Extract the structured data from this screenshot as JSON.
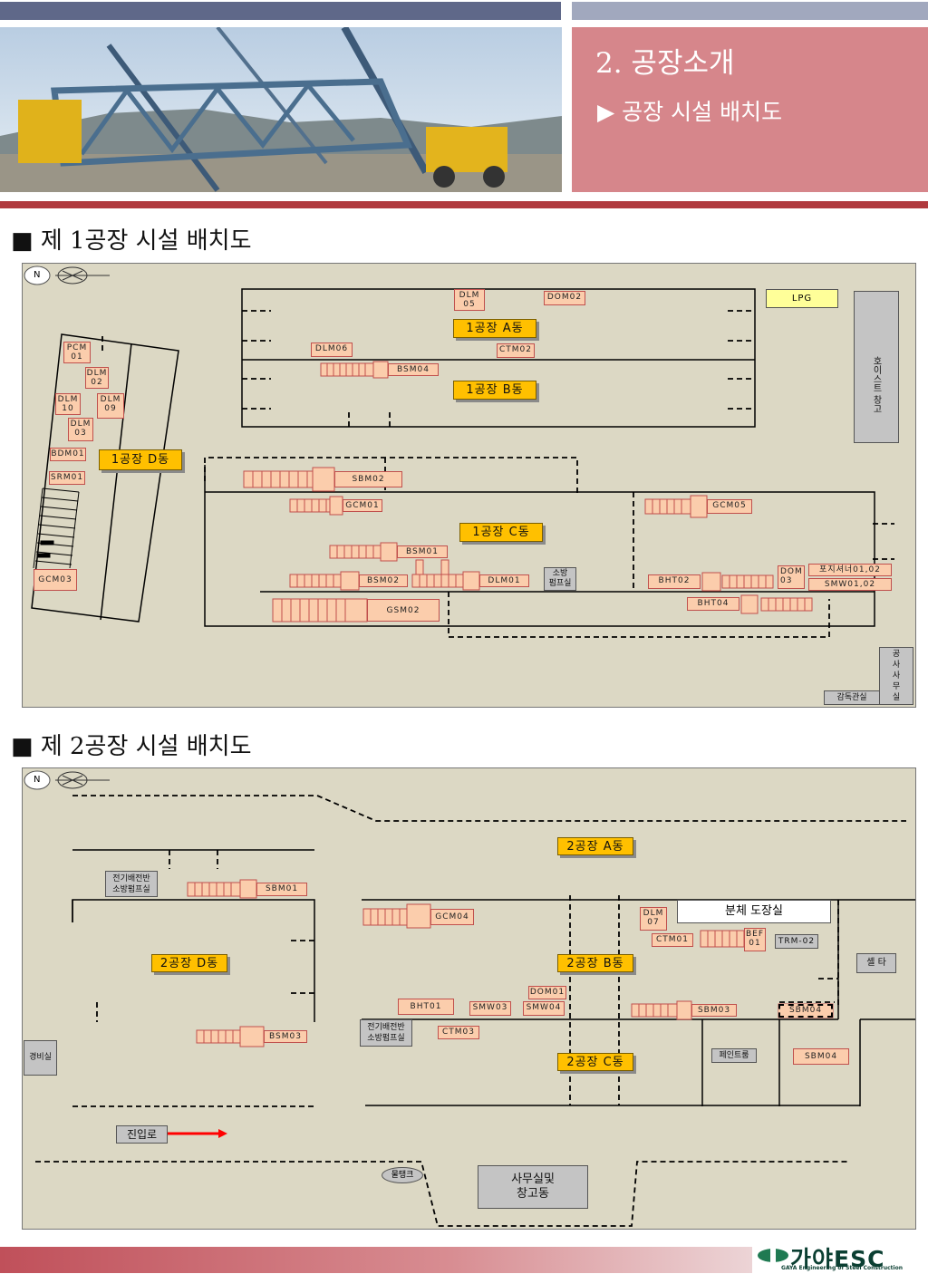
{
  "header": {
    "section_title": "2. 공장소개",
    "subtitle": "▶ 공장 시설 배치도",
    "accent_color": "#d6868b",
    "bar_color": "#5f6889"
  },
  "plant1": {
    "heading": "■ 제 1공장 시설 배치도",
    "north": "N",
    "buildings": [
      "1공장 A동",
      "1공장 B동",
      "1공장 C동",
      "1공장 D동"
    ],
    "lpg": "LPG",
    "hoist_shed": "호이스트 창고",
    "pump_room": "소방\n펌프실",
    "site_office": "공\n사\n사\n무\n실",
    "supervisor_room": "감독관실",
    "equipment": {
      "dlm05": "DLM\n05",
      "dom02": "DOM02",
      "dlm06": "DLM06",
      "ctm02": "CTM02",
      "bsm04": "BSM04",
      "pcm01": "PCM\n01",
      "dlm02": "DLM\n02",
      "dlm10": "DLM\n10",
      "dlm09": "DLM\n09",
      "dlm03": "DLM\n03",
      "bdm01": "BDM01",
      "srm01": "SRM01",
      "gcm03": "GCM03",
      "sbm02": "SBM02",
      "gcm01": "GCM01",
      "bsm01": "BSM01",
      "bsm02": "BSM02",
      "dlm01": "DLM01",
      "gsm02": "GSM02",
      "gcm05": "GCM05",
      "bht02": "BHT02",
      "dom03": "DOM\n03",
      "positioner": "포지셔너01,02",
      "smw0102": "SMW01,02",
      "bht04": "BHT04"
    }
  },
  "plant2": {
    "heading": "■ 제 2공장 시설 배치도",
    "north": "N",
    "buildings": [
      "2공장 A동",
      "2공장 B동",
      "2공장 C동",
      "2공장 D동"
    ],
    "paint_shop": "분체 도장실",
    "shelter": "셸 타",
    "guard_room": "경비실",
    "electric_room_1": "전기배전반\n소방펌프실",
    "electric_room_2": "전기배전반\n소방펌프실",
    "paint_room": "페인트룸",
    "water_tank": "물탱크",
    "office": "사무실및\n창고동",
    "entrance": "진입로",
    "equipment": {
      "sbm01": "SBM01",
      "gcm04": "GCM04",
      "dlm07": "DLM\n07",
      "ctm01": "CTM01",
      "bef01": "BEF\n01",
      "trm02": "TRM-02",
      "dom01": "DOM01",
      "bht01": "BHT01",
      "smw03": "SMW03",
      "smw04": "SMW04",
      "sbm03": "SBM03",
      "sbm04a": "SBM04",
      "sbm04b": "SBM04",
      "bsm03": "BSM03",
      "ctm03": "CTM03"
    }
  },
  "footer": {
    "logo_text": "가야ESC",
    "logo_subtitle": "GAYA Engineering of Steel Construction",
    "logo_color": "#0b3f32"
  }
}
